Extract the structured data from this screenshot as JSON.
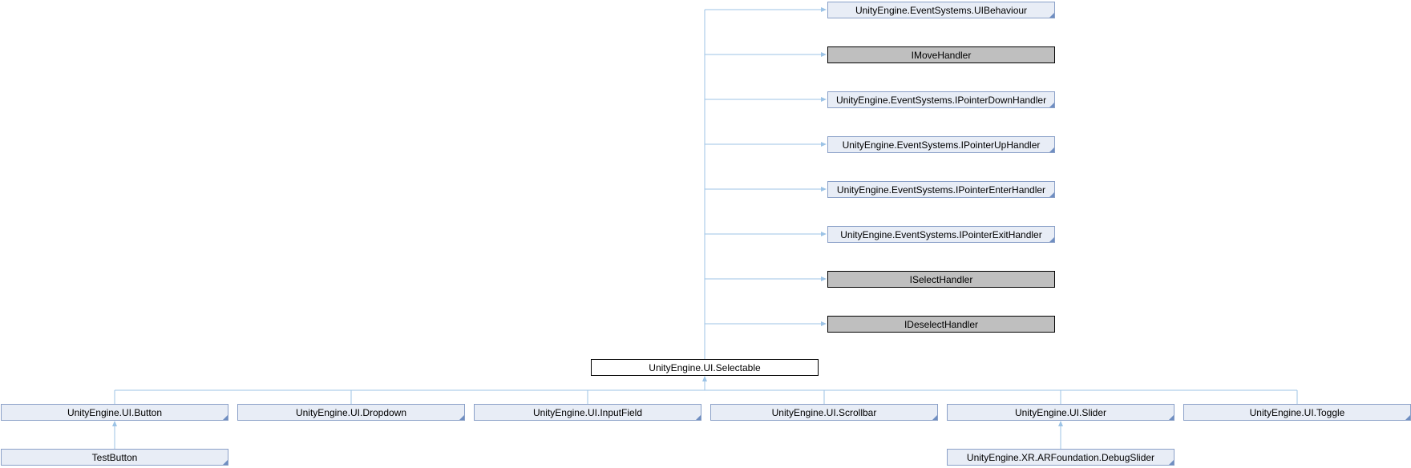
{
  "diagram": {
    "focus_class": "UnityEngine.UI.Selectable",
    "bases": [
      {
        "label": "UnityEngine.EventSystems.UIBehaviour",
        "style": "documented"
      },
      {
        "label": "IMoveHandler",
        "style": "undocumented"
      },
      {
        "label": "UnityEngine.EventSystems.IPointerDownHandler",
        "style": "documented"
      },
      {
        "label": "UnityEngine.EventSystems.IPointerUpHandler",
        "style": "documented"
      },
      {
        "label": "UnityEngine.EventSystems.IPointerEnterHandler",
        "style": "documented"
      },
      {
        "label": "UnityEngine.EventSystems.IPointerExitHandler",
        "style": "documented"
      },
      {
        "label": "ISelectHandler",
        "style": "undocumented"
      },
      {
        "label": "IDeselectHandler",
        "style": "undocumented"
      }
    ],
    "derived": [
      {
        "label": "UnityEngine.UI.Button",
        "children": [
          "TestButton"
        ]
      },
      {
        "label": "UnityEngine.UI.Dropdown",
        "children": []
      },
      {
        "label": "UnityEngine.UI.InputField",
        "children": []
      },
      {
        "label": "UnityEngine.UI.Scrollbar",
        "children": []
      },
      {
        "label": "UnityEngine.UI.Slider",
        "children": [
          "UnityEngine.XR.ARFoundation.DebugSlider"
        ]
      },
      {
        "label": "UnityEngine.UI.Toggle",
        "children": []
      }
    ],
    "colors": {
      "edge": "#9cc3e6",
      "documented_fill": "#e8edf6",
      "undocumented_fill": "#bfbfbf",
      "focus_fill": "#ffffff"
    }
  }
}
